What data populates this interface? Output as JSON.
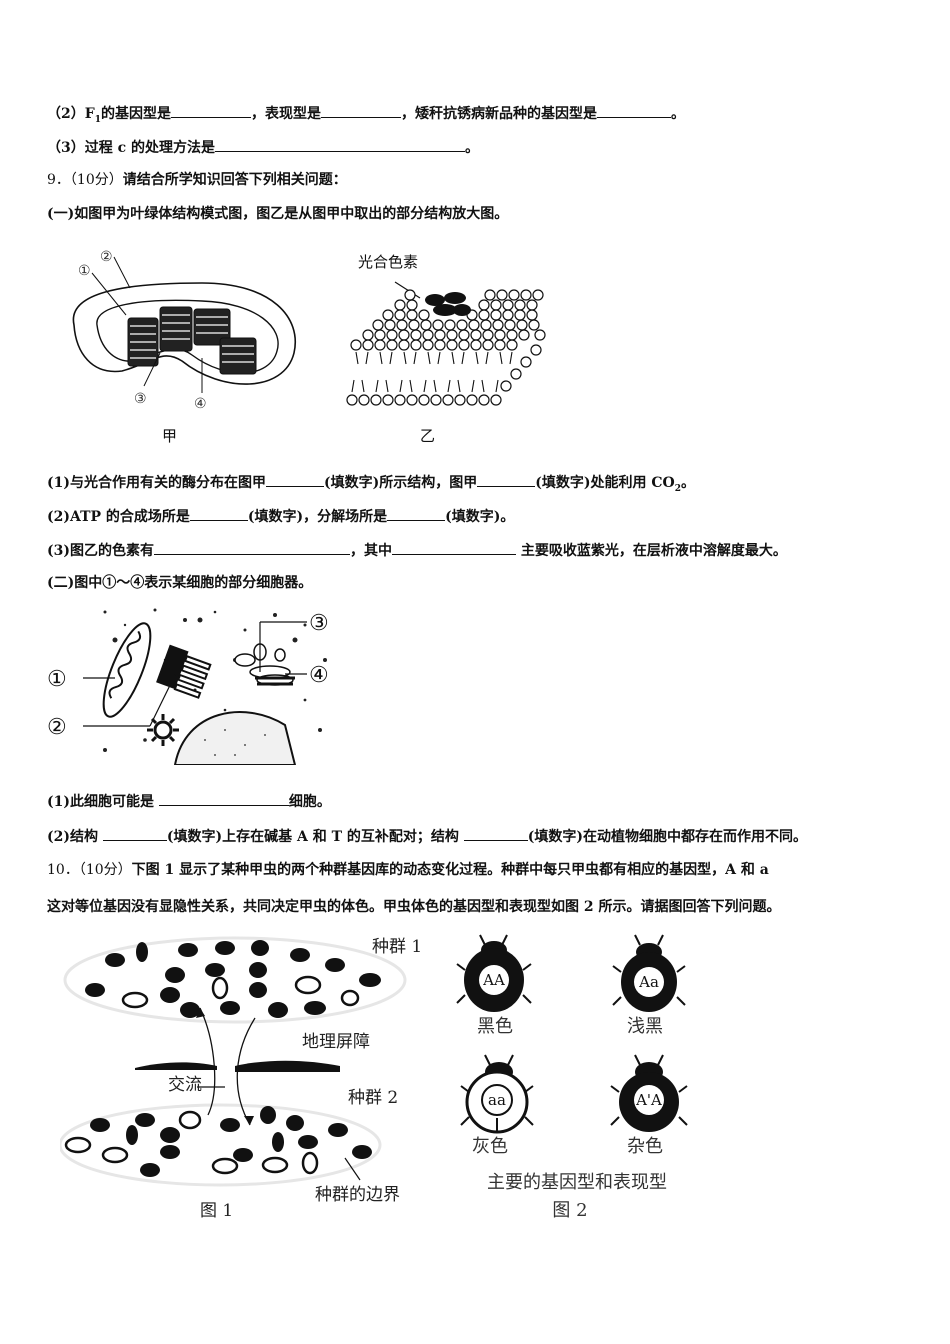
{
  "q8": {
    "p2": {
      "prefix": "（2）F",
      "sub": "1",
      "t1": "的基因型是",
      "t2": "，表现型是",
      "t3": "，矮秆抗锈病新品种的基因型是",
      "end": "。"
    },
    "p3": {
      "prefix": "（3）过程 c 的处理方法是",
      "end": "。"
    }
  },
  "q9": {
    "header_num": "9．（10分）",
    "header_text": "请结合所学知识回答下列相关问题：",
    "part1_intro": "(一)如图甲为叶绿体结构模式图，图乙是从图甲中取出的部分结构放大图。",
    "figure_jia": {
      "caption": "甲",
      "labels": [
        "①",
        "②",
        "③",
        "④"
      ]
    },
    "figure_yi": {
      "caption": "乙",
      "pigment_label": "光合色素"
    },
    "q1": {
      "a": "(1)与光合作用有关的酶分布在图甲",
      "b": "(填数字)所示结构，图甲",
      "c": "(填数字)处能利用 CO",
      "sub": "2",
      "end": "。"
    },
    "q2": {
      "a": "(2)ATP 的合成场所是",
      "b": "(填数字)，分解场所是",
      "c": "(填数字)。"
    },
    "q3": {
      "a": "(3)图乙的色素有",
      "b": "，其中",
      "c": " 主要吸收蓝紫光，在层析液中溶解度最大。"
    },
    "part2_intro": "(二)图中①～④表示某细胞的部分细胞器。",
    "figure_cell": {
      "labels": [
        "①",
        "②",
        "③",
        "④"
      ]
    },
    "q4": {
      "a": "(1)此细胞可能是 ",
      "b": "细胞。"
    },
    "q5": {
      "a": "(2)结构 ",
      "b": "(填数字)上存在碱基 A 和 T 的互补配对；结构 ",
      "c": "(填数字)在动植物细胞中都存在而作用不同。"
    }
  },
  "q10": {
    "header_num": "10．（10分）",
    "line1": "下图 1 显示了某种甲虫的两个种群基因库的动态变化过程。种群中每只甲虫都有相应的基因型，A 和 a",
    "line2": "这对等位基因没有显隐性关系，共同决定甲虫的体色。甲虫体色的基因型和表现型如图 2 所示。请据图回答下列问题。",
    "figure1": {
      "caption": "图  1",
      "pop1": "种群 1",
      "pop2": "种群 2",
      "barrier": "地理屏障",
      "exchange": "交流",
      "boundary": "种群的边界"
    },
    "figure2": {
      "caption": "图  2",
      "subtitle": "主要的基因型和表现型",
      "beetles": [
        {
          "genotype": "AA",
          "phenotype": "黑色"
        },
        {
          "genotype": "Aa",
          "phenotype": "浅黑"
        },
        {
          "genotype": "aa",
          "phenotype": "灰色"
        },
        {
          "genotype": "A'A",
          "phenotype": "杂色"
        }
      ]
    }
  }
}
